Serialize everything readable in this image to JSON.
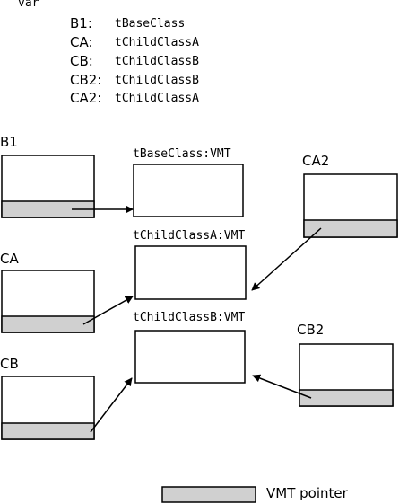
{
  "code": {
    "keyword": "var",
    "declarations": [
      {
        "name": "B1:",
        "type": "tBaseClass"
      },
      {
        "name": "CA:",
        "type": "tChildClassA"
      },
      {
        "name": "CB:",
        "type": "tChildClassB"
      },
      {
        "name": "CB2:",
        "type": "tChildClassB"
      },
      {
        "name": "CA2:",
        "type": "tChildClassA"
      }
    ]
  },
  "objects": {
    "b1": {
      "label": "B1"
    },
    "ca": {
      "label": "CA"
    },
    "cb": {
      "label": "CB"
    },
    "ca2": {
      "label": "CA2"
    },
    "cb2": {
      "label": "CB2"
    }
  },
  "vmts": {
    "base": {
      "label": "tBaseClass:VMT"
    },
    "child_a": {
      "label": "tChildClassA:VMT"
    },
    "child_b": {
      "label": "tChildClassB:VMT"
    }
  },
  "legend": {
    "label": "VMT pointer"
  },
  "colors": {
    "pointer_fill": "#d0d0d0",
    "stroke": "#000000"
  }
}
